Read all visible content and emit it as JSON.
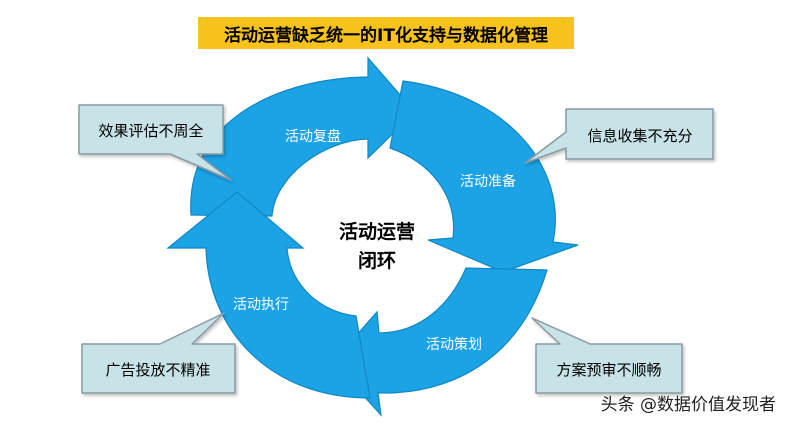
{
  "title": "活动运营缺乏统一的IT化支持与数据化管理",
  "center": {
    "line1": "活动运营",
    "line2": "闭环"
  },
  "stages": {
    "review": "活动复盘",
    "prepare": "活动准备",
    "plan": "活动策划",
    "execute": "活动执行"
  },
  "callouts": {
    "review": "效果评估不周全",
    "prepare": "信息收集不充分",
    "plan": "方案预审不顺畅",
    "execute": "广告投放不精准"
  },
  "watermark": "头条 @数据价值发现者",
  "colors": {
    "arrow_fill": "#1ba3e6",
    "arrow_edge": "#0f86c6",
    "callout_fill": "#c7e3e7",
    "callout_edge": "#8a9aa3",
    "title_bg": "#f8c21c"
  }
}
